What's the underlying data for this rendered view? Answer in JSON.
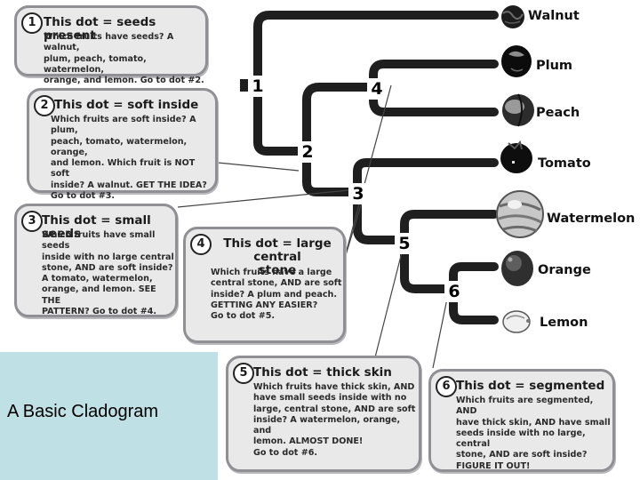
{
  "caption": "A Basic Cladogram",
  "fruits": [
    "Walnut",
    "Plum",
    "Peach",
    "Tomato",
    "Watermelon",
    "Orange",
    "Lemon"
  ],
  "nodes": [
    "1",
    "2",
    "3",
    "4",
    "5",
    "6"
  ],
  "panels": [
    {
      "num": "1",
      "title": "This dot = seeds present",
      "lines": [
        "Which fruits have seeds? A walnut,",
        "plum, peach, tomato, watermelon,",
        "orange, and lemon. Go to dot #2."
      ]
    },
    {
      "num": "2",
      "title": "This dot = soft inside",
      "lines": [
        "Which fruits are soft inside? A plum,",
        "peach, tomato, watermelon, orange,",
        "and lemon. Which fruit is NOT soft",
        "inside? A walnut. GET THE IDEA?",
        "Go to dot #3."
      ]
    },
    {
      "num": "3",
      "title": "This dot = small seeds",
      "lines": [
        "Which fruits have small seeds",
        "inside with no large central",
        "stone, AND are soft inside?",
        "A tomato, watermelon,",
        "orange, and lemon. SEE THE",
        "PATTERN? Go to dot #4."
      ]
    },
    {
      "num": "4",
      "title_line1": "This dot = large central",
      "title_line2": "stone",
      "lines": [
        "Which fruits have a large",
        "central stone, AND are soft",
        "inside? A plum and peach.",
        "GETTING ANY EASIER?",
        "Go to dot #5."
      ]
    },
    {
      "num": "5",
      "title": "This dot = thick skin",
      "lines": [
        "Which fruits have thick skin, AND",
        "have small seeds inside with no",
        "large, central stone, AND are soft",
        "inside? A watermelon, orange, and",
        "lemon. ALMOST DONE!",
        "Go to dot #6."
      ]
    },
    {
      "num": "6",
      "title": "This dot = segmented",
      "lines": [
        "Which fruits are segmented, AND",
        "have thick skin, AND have small",
        "seeds inside with no large, central",
        "stone, AND are soft inside?",
        "FIGURE IT OUT!"
      ]
    }
  ]
}
